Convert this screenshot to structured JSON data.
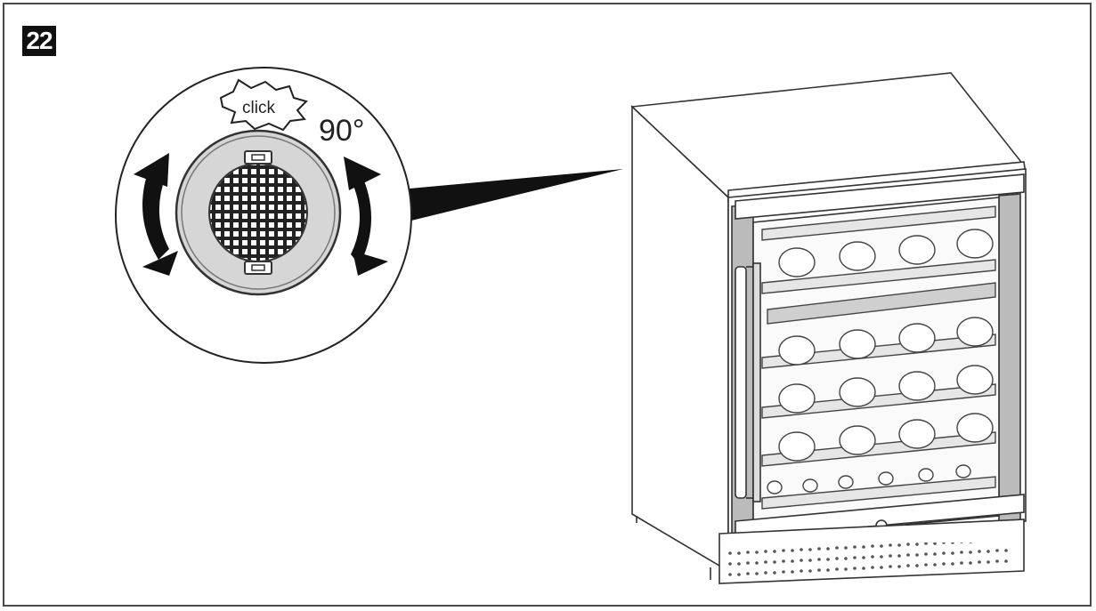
{
  "step": {
    "number": "22"
  },
  "detail": {
    "click_label": "click",
    "rotation_label": "90°"
  },
  "icons": {
    "rotate_ccw": "curved-arrow-left-icon",
    "rotate_cw": "curved-arrow-right-icon"
  }
}
